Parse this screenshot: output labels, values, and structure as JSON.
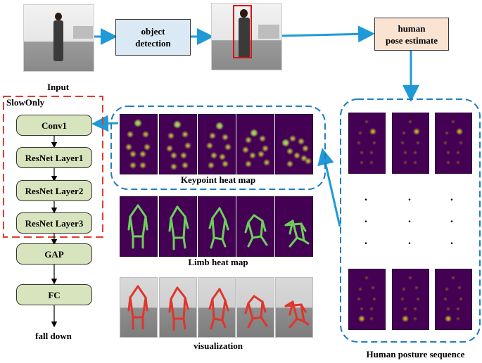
{
  "input_label": "Input",
  "object_detection_label": "object\ndetection",
  "pose_estimate_label": "human\npose estimate",
  "slowonly_label": "SlowOnly",
  "layers": {
    "conv1": "Conv1",
    "resnet1": "ResNet Layer1",
    "resnet2": "ResNet Layer2",
    "resnet3": "ResNet Layer3",
    "gap": "GAP",
    "fc": "FC"
  },
  "output_label": "fall down",
  "keypoint_label": "Keypoint heat map",
  "limb_label": "Limb heat map",
  "visualization_label": "visualization",
  "sequence_label": "Human posture sequence",
  "ellipsis": "."
}
